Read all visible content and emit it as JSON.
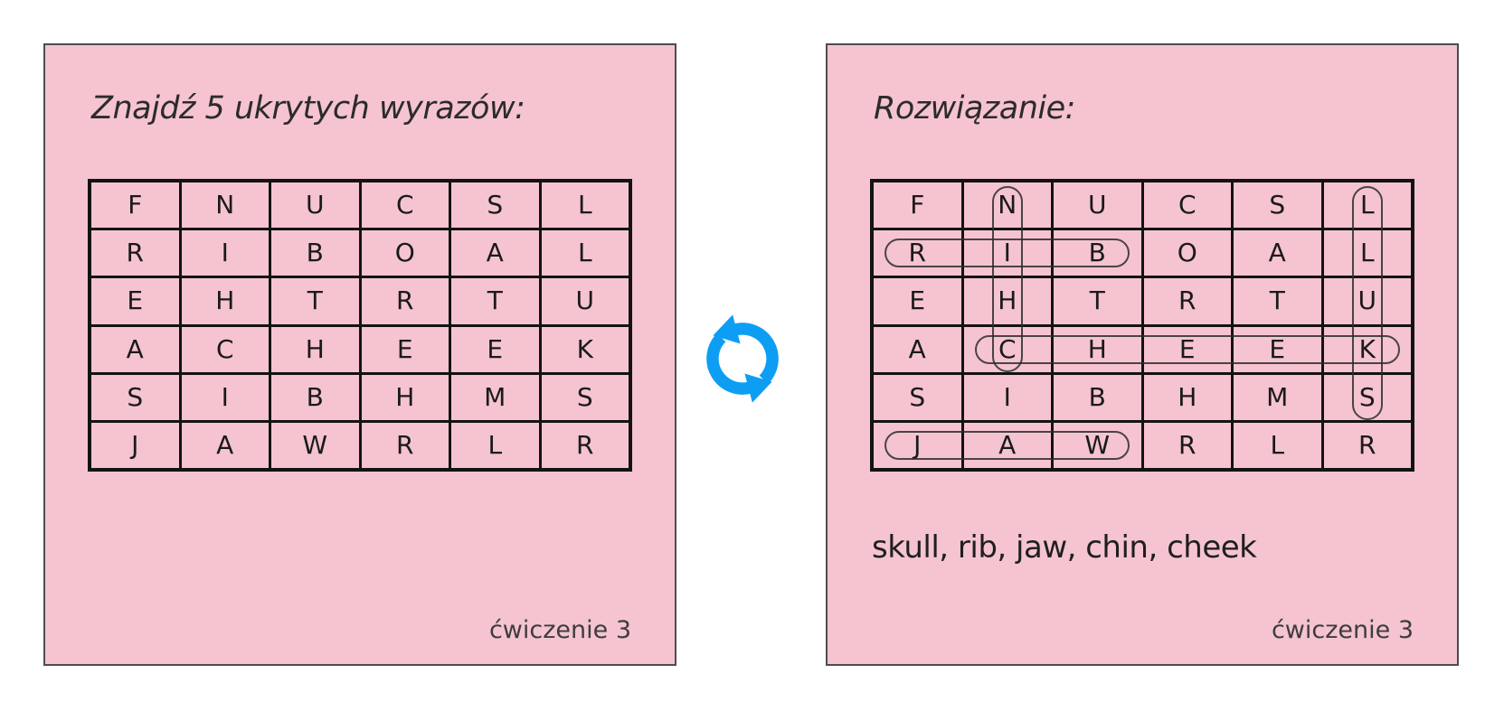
{
  "left_panel": {
    "title": "Znajdź 5 ukrytych wyrazów:",
    "footer": "ćwiczenie 3"
  },
  "right_panel": {
    "title": "Rozwiązanie:",
    "answers": "skull, rib, jaw, chin, cheek",
    "footer": "ćwiczenie 3"
  },
  "grid": {
    "rows": [
      [
        "F",
        "N",
        "U",
        "C",
        "S",
        "L"
      ],
      [
        "R",
        "I",
        "B",
        "O",
        "A",
        "L"
      ],
      [
        "E",
        "H",
        "T",
        "R",
        "T",
        "U"
      ],
      [
        "A",
        "C",
        "H",
        "E",
        "E",
        "K"
      ],
      [
        "S",
        "I",
        "B",
        "H",
        "M",
        "S"
      ],
      [
        "J",
        "A",
        "W",
        "R",
        "L",
        "R"
      ]
    ]
  },
  "solution_highlights": [
    {
      "word": "chin",
      "orientation": "vertical",
      "col": 1,
      "row_start": 0,
      "row_end": 3
    },
    {
      "word": "rib",
      "orientation": "horizontal",
      "row": 1,
      "col_start": 0,
      "col_end": 2
    },
    {
      "word": "skull",
      "orientation": "vertical",
      "col": 5,
      "row_start": 0,
      "row_end": 4
    },
    {
      "word": "cheek",
      "orientation": "horizontal",
      "row": 3,
      "col_start": 1,
      "col_end": 5
    },
    {
      "word": "jaw",
      "orientation": "horizontal",
      "row": 5,
      "col_start": 0,
      "col_end": 2
    }
  ],
  "icons": {
    "swap_icon": "circular-refresh-arrows",
    "swap_icon_color": "#0d9ef4"
  },
  "colors": {
    "panel_background": "#f5c4d0",
    "panel_border": "#4d4d4d",
    "grid_line": "#131313",
    "capsule_stroke": "#2d2d2d"
  }
}
